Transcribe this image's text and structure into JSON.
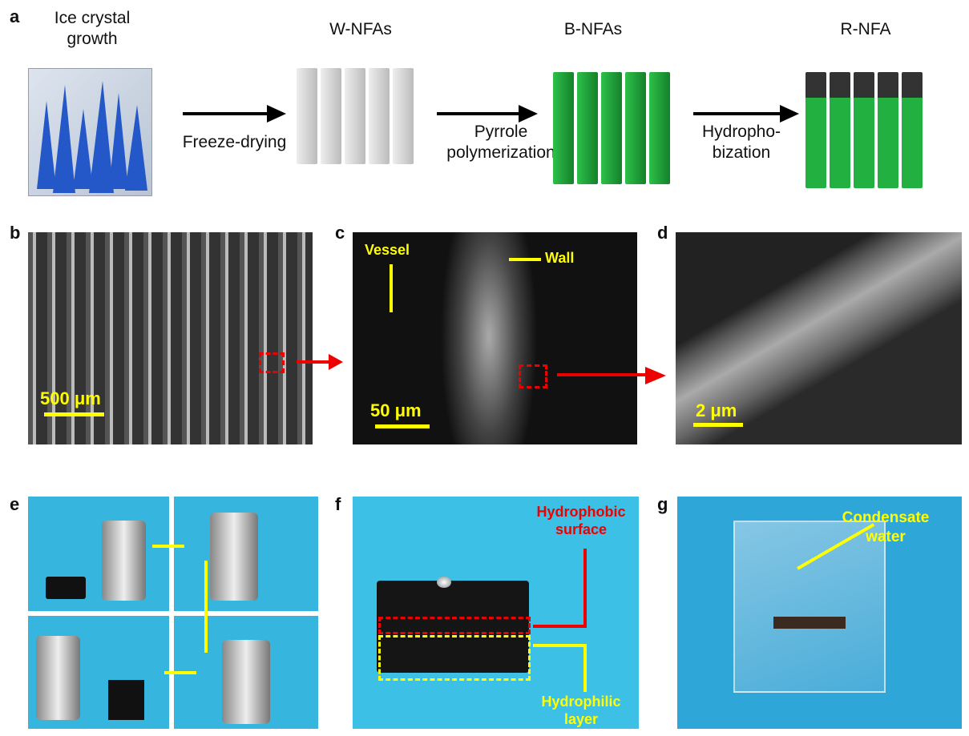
{
  "panel_a": {
    "label": "a",
    "step1_title": "Ice crystal growth",
    "step2_title": "W-NFAs",
    "step3_title": "B-NFAs",
    "step4_title": "R-NFA",
    "arrow1_label": "Freeze-drying",
    "arrow2_label": "Pyrrole polymerization",
    "arrow3_label": "Hydropho-bization"
  },
  "panel_b": {
    "label": "b",
    "scale": "500 μm"
  },
  "panel_c": {
    "label": "c",
    "scale": "50 μm",
    "annotation_vessel": "Vessel",
    "annotation_wall": "Wall"
  },
  "panel_d": {
    "label": "d",
    "scale": "2 μm"
  },
  "panel_e": {
    "label": "e"
  },
  "panel_f": {
    "label": "f",
    "top_annotation": "Hydrophobic surface",
    "bottom_annotation": "Hydrophilic layer"
  },
  "panel_g": {
    "label": "g",
    "annotation": "Condensate water"
  },
  "colors": {
    "annotation_yellow": "#ffff00",
    "annotation_red": "#e00000",
    "sem_bg": "#222222",
    "photo_bg": "#38b8e0",
    "green": "#1fa83c"
  }
}
